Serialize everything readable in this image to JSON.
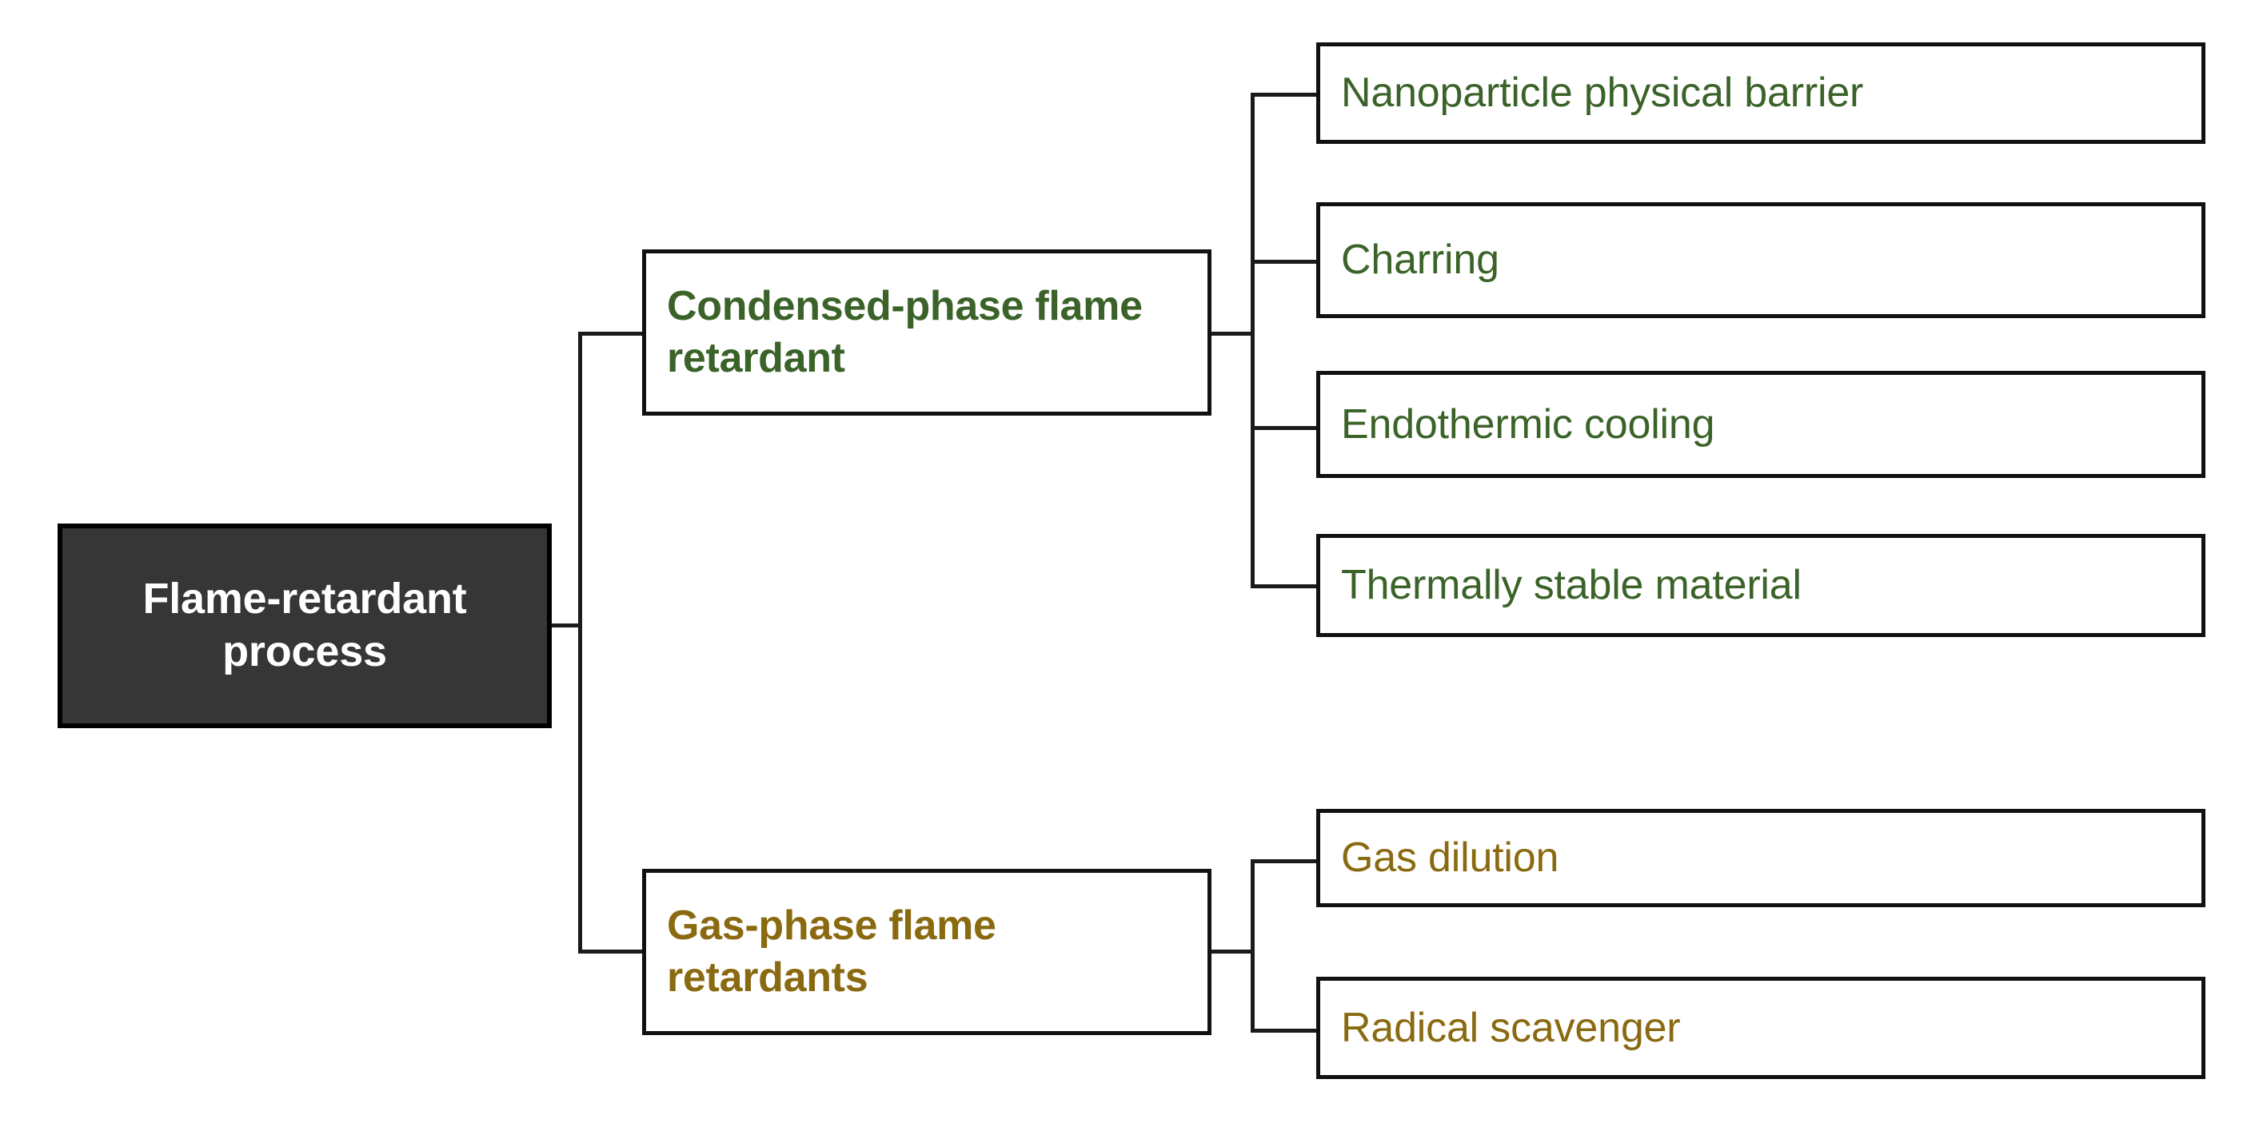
{
  "diagram": {
    "title": "Flame-retardant process",
    "type": "hierarchy-tree",
    "orientation": "left-to-right",
    "colors": {
      "root_fill": "#363636",
      "root_text": "#ffffff",
      "condensed_phase_text": "#3B6329",
      "gas_phase_text": "#8A6A10",
      "box_border": "#111111",
      "connector": "#1b1b1b",
      "background": "#ffffff"
    },
    "root": {
      "label": "Flame-retardant process"
    },
    "branches": [
      {
        "id": "condensed-phase",
        "label": "Condensed-phase flame retardant",
        "color": "#3B6329",
        "children": [
          {
            "label": "Nanoparticle physical barrier"
          },
          {
            "label": "Charring"
          },
          {
            "label": "Endothermic cooling"
          },
          {
            "label": "Thermally stable material"
          }
        ]
      },
      {
        "id": "gas-phase",
        "label": "Gas-phase flame retardants",
        "color": "#8A6A10",
        "children": [
          {
            "label": "Gas dilution"
          },
          {
            "label": "Radical scavenger"
          }
        ]
      }
    ]
  }
}
